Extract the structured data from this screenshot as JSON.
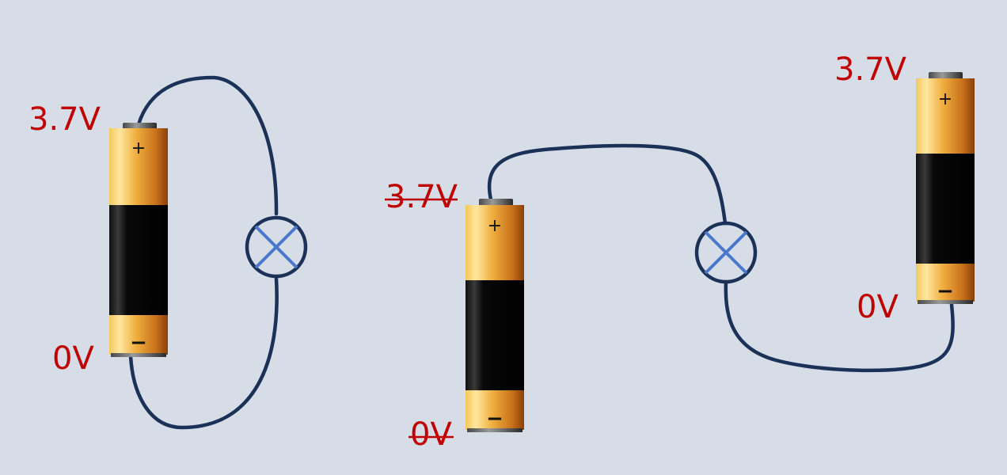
{
  "colors": {
    "background": "#d6dde7",
    "wire": "#1b3157",
    "bulb_outline": "#1b3157",
    "bulb_filament": "#4a78cc",
    "label_red": "#c00000",
    "battery_gold": "#f0b040",
    "battery_copper": "#a8520c",
    "battery_black": "#050505"
  },
  "icons": {
    "battery": "battery-icon",
    "bulb": "light-bulb-icon"
  },
  "circuit_left": {
    "battery": {
      "positive_sign": "+",
      "negative_sign": "−"
    },
    "top_voltage": "3.7V",
    "bottom_voltage": "0V"
  },
  "circuit_right": {
    "battery_left": {
      "positive_sign": "+",
      "negative_sign": "−",
      "top_voltage": "3.7V",
      "bottom_voltage": "0V",
      "labels_struck_through": true
    },
    "battery_right": {
      "positive_sign": "+",
      "negative_sign": "−",
      "top_voltage": "3.7V",
      "bottom_voltage": "0V"
    }
  }
}
